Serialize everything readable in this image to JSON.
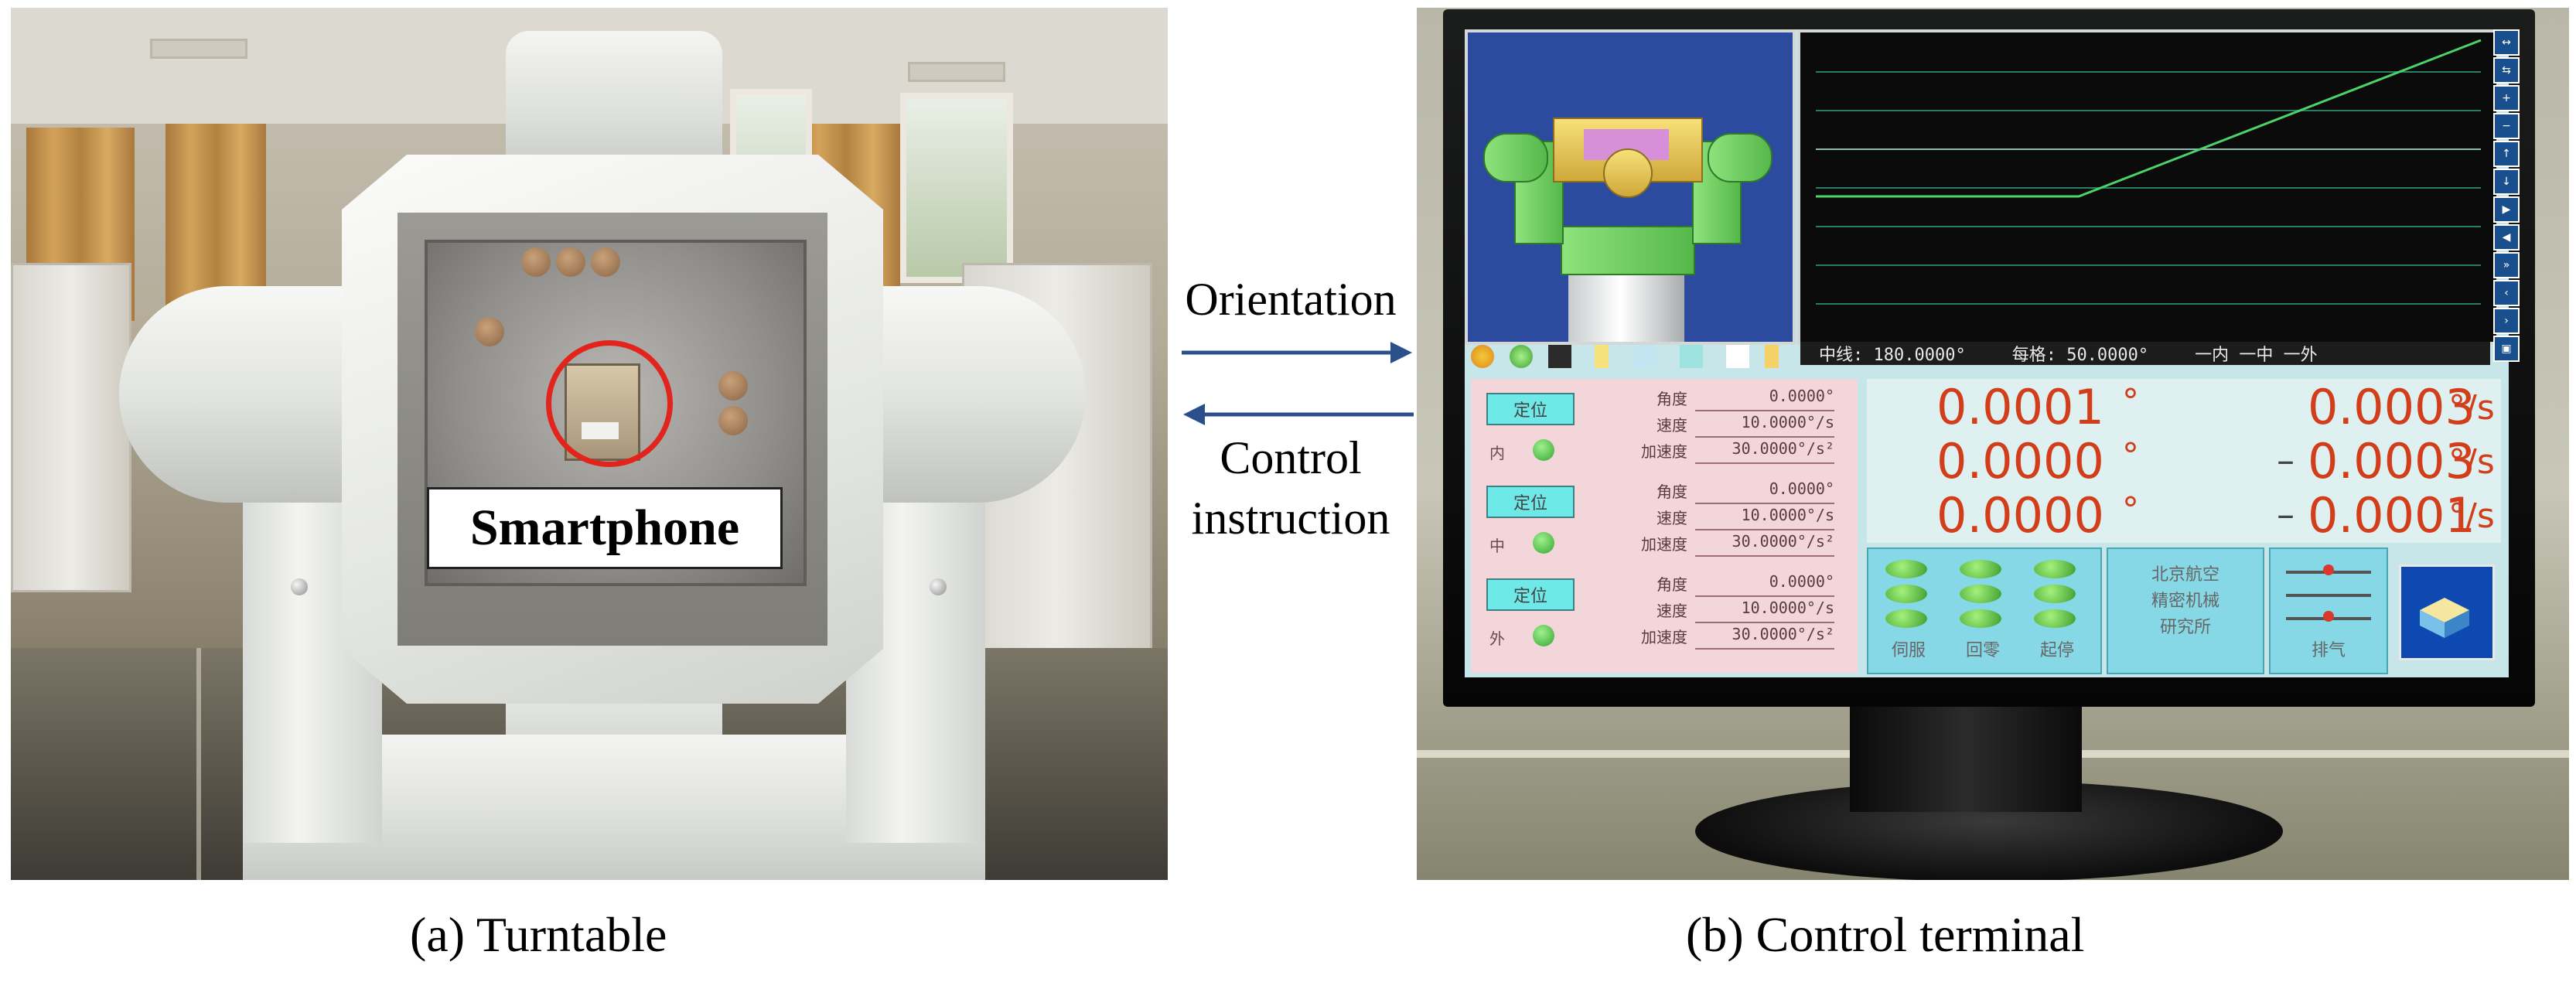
{
  "left_photo": {
    "label": "Smartphone",
    "caption": "(a) Turntable"
  },
  "middle": {
    "orientation_label": "Orientation",
    "control_label_line1": "Control",
    "control_label_line2": "instruction",
    "arrow_color": "#2a4f8a"
  },
  "right_photo": {
    "caption": "(b) Control terminal",
    "screen": {
      "plot_footer": {
        "center_line": "中线: 180.0000°",
        "grid": "每格: 50.0000°",
        "modes": "一内 一中 一外"
      },
      "toolbar_icons": [
        "expand-icon",
        "collapse-icon",
        "plus-icon",
        "minus-icon",
        "up-icon",
        "down-icon",
        "run-icon",
        "rewind-icon",
        "fast-forward-icon",
        "step-back-icon",
        "step-forward-icon",
        "save-icon"
      ],
      "axes": [
        {
          "button": "定位",
          "name": "内",
          "angle_key": "角度",
          "angle": "0.0000°",
          "speed_key": "速度",
          "speed": "10.0000°/s",
          "accel_key": "加速度",
          "accel": "30.0000°/s²"
        },
        {
          "button": "定位",
          "name": "中",
          "angle_key": "角度",
          "angle": "0.0000°",
          "speed_key": "速度",
          "speed": "10.0000°/s",
          "accel_key": "加速度",
          "accel": "30.0000°/s²"
        },
        {
          "button": "定位",
          "name": "外",
          "angle_key": "角度",
          "angle": "0.0000°",
          "speed_key": "速度",
          "speed": "10.0000°/s",
          "accel_key": "加速度",
          "accel": "30.0000°/s²"
        }
      ],
      "readouts": [
        {
          "angle": "0.0001",
          "angle_unit": "°",
          "rate_sign": "",
          "rate": "0.0003",
          "rate_unit": "°/s"
        },
        {
          "angle": "0.0000",
          "angle_unit": "°",
          "rate_sign": "–",
          "rate": "0.0003",
          "rate_unit": "°/s"
        },
        {
          "angle": "0.0000",
          "angle_unit": "°",
          "rate_sign": "–",
          "rate": "0.0001",
          "rate_unit": "°/s"
        }
      ],
      "bottom": {
        "group_labels": [
          "伺服",
          "回零",
          "起停"
        ],
        "institution": [
          "北京航空",
          "精密机械",
          "研究所"
        ],
        "switch_label": "排气"
      },
      "colors": {
        "readout_red": "#d23d1a",
        "screen_bg": "#c6e6e9",
        "panel_pink": "#f3d6da",
        "plot_green": "#4bd36a"
      }
    }
  }
}
